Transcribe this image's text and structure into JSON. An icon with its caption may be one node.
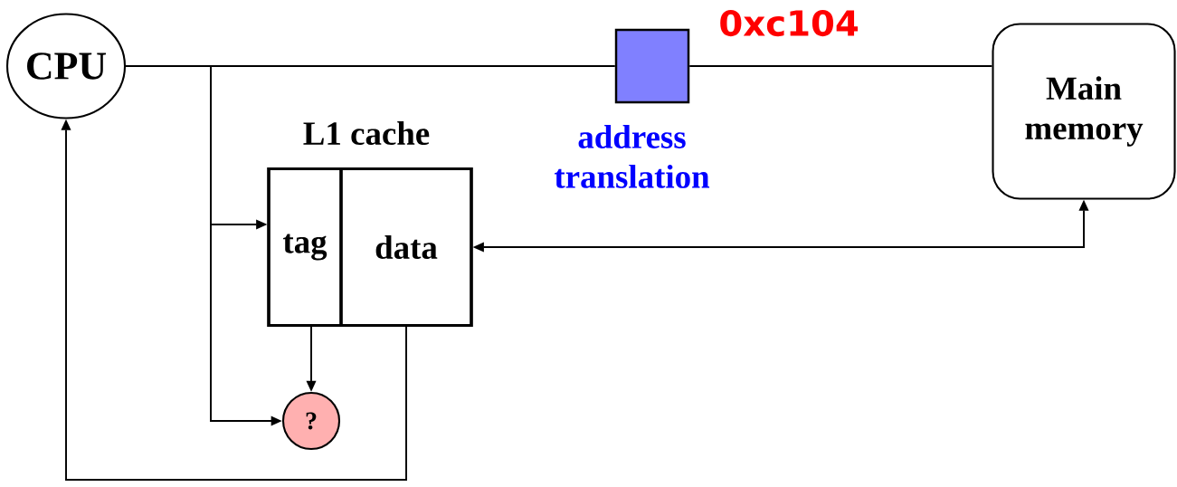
{
  "diagram": {
    "nodes": [
      {
        "text": [
          "CPU"
        ]
      },
      {
        "text": [
          "L1 cache"
        ]
      },
      {
        "text": [
          "tag"
        ],
        "in": 1
      },
      {
        "text": [
          "data"
        ],
        "in": 1
      },
      {
        "text": [
          "?"
        ]
      },
      {
        "text": [],
        "shape": "box",
        "beside": [
          "address translation"
        ]
      },
      {
        "text": [
          "Main memory"
        ]
      }
    ],
    "edges": [
      {
        "from": 0,
        "to": 5,
        "arrow": "none"
      },
      {
        "from": 5,
        "to": 6,
        "arrow": "none",
        "label": "0xc104"
      },
      {
        "from": 0,
        "to": 2,
        "arrow": "to"
      },
      {
        "from": 0,
        "to": 4,
        "arrow": "to"
      },
      {
        "from": 2,
        "to": 4,
        "arrow": "to"
      },
      {
        "from": 3,
        "to": 0,
        "arrow": "to"
      },
      {
        "from": 6,
        "to": 3,
        "arrow": "both"
      }
    ]
  }
}
